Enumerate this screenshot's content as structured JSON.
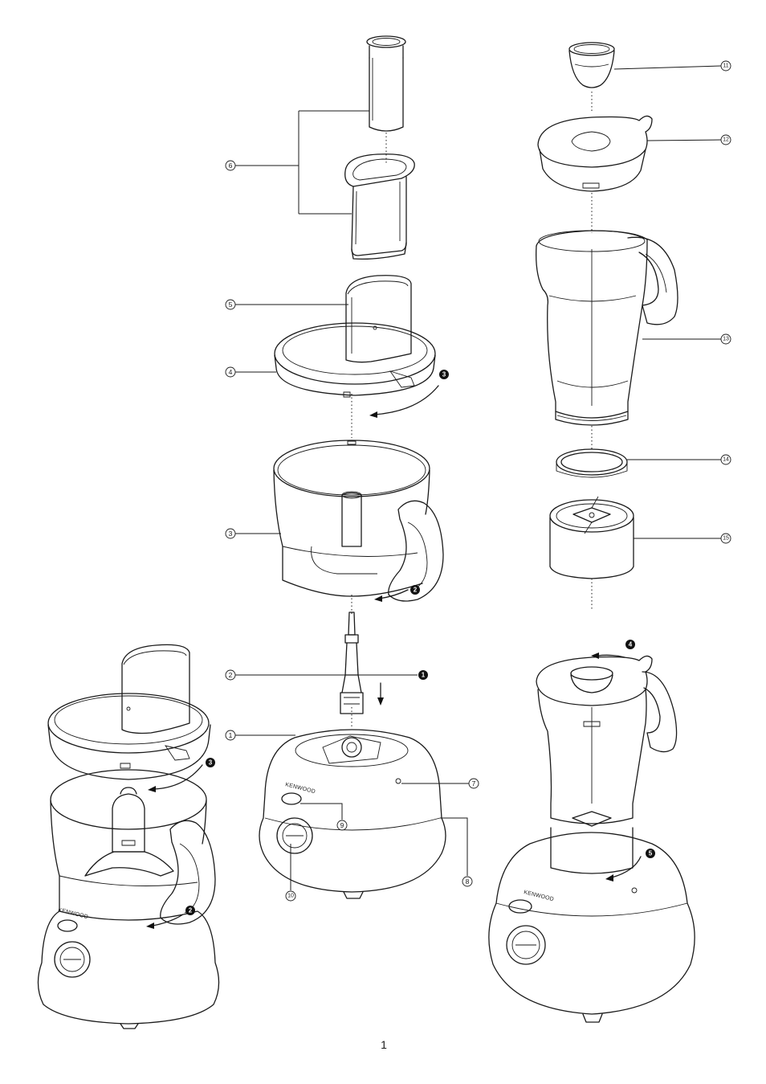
{
  "page": {
    "number": "1"
  },
  "brand": {
    "text": "KENWOOD"
  },
  "callouts": [
    "1",
    "2",
    "3",
    "4",
    "5",
    "6",
    "7",
    "8",
    "9",
    "10",
    "11",
    "12",
    "13",
    "14",
    "15"
  ],
  "steps": [
    "1",
    "2",
    "3",
    "4",
    "5"
  ]
}
